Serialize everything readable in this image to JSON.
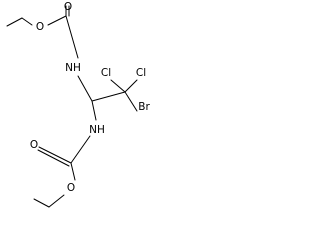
{
  "molecule": {
    "atoms": {
      "o_top_ester": "O",
      "o_top_carbonyl": "O",
      "nh_top": "NH",
      "cl_left": "Cl",
      "cl_right": "Cl",
      "br": "Br",
      "nh_bottom": "NH",
      "o_bottom_carbonyl": "O",
      "o_bottom_ester": "O"
    }
  }
}
